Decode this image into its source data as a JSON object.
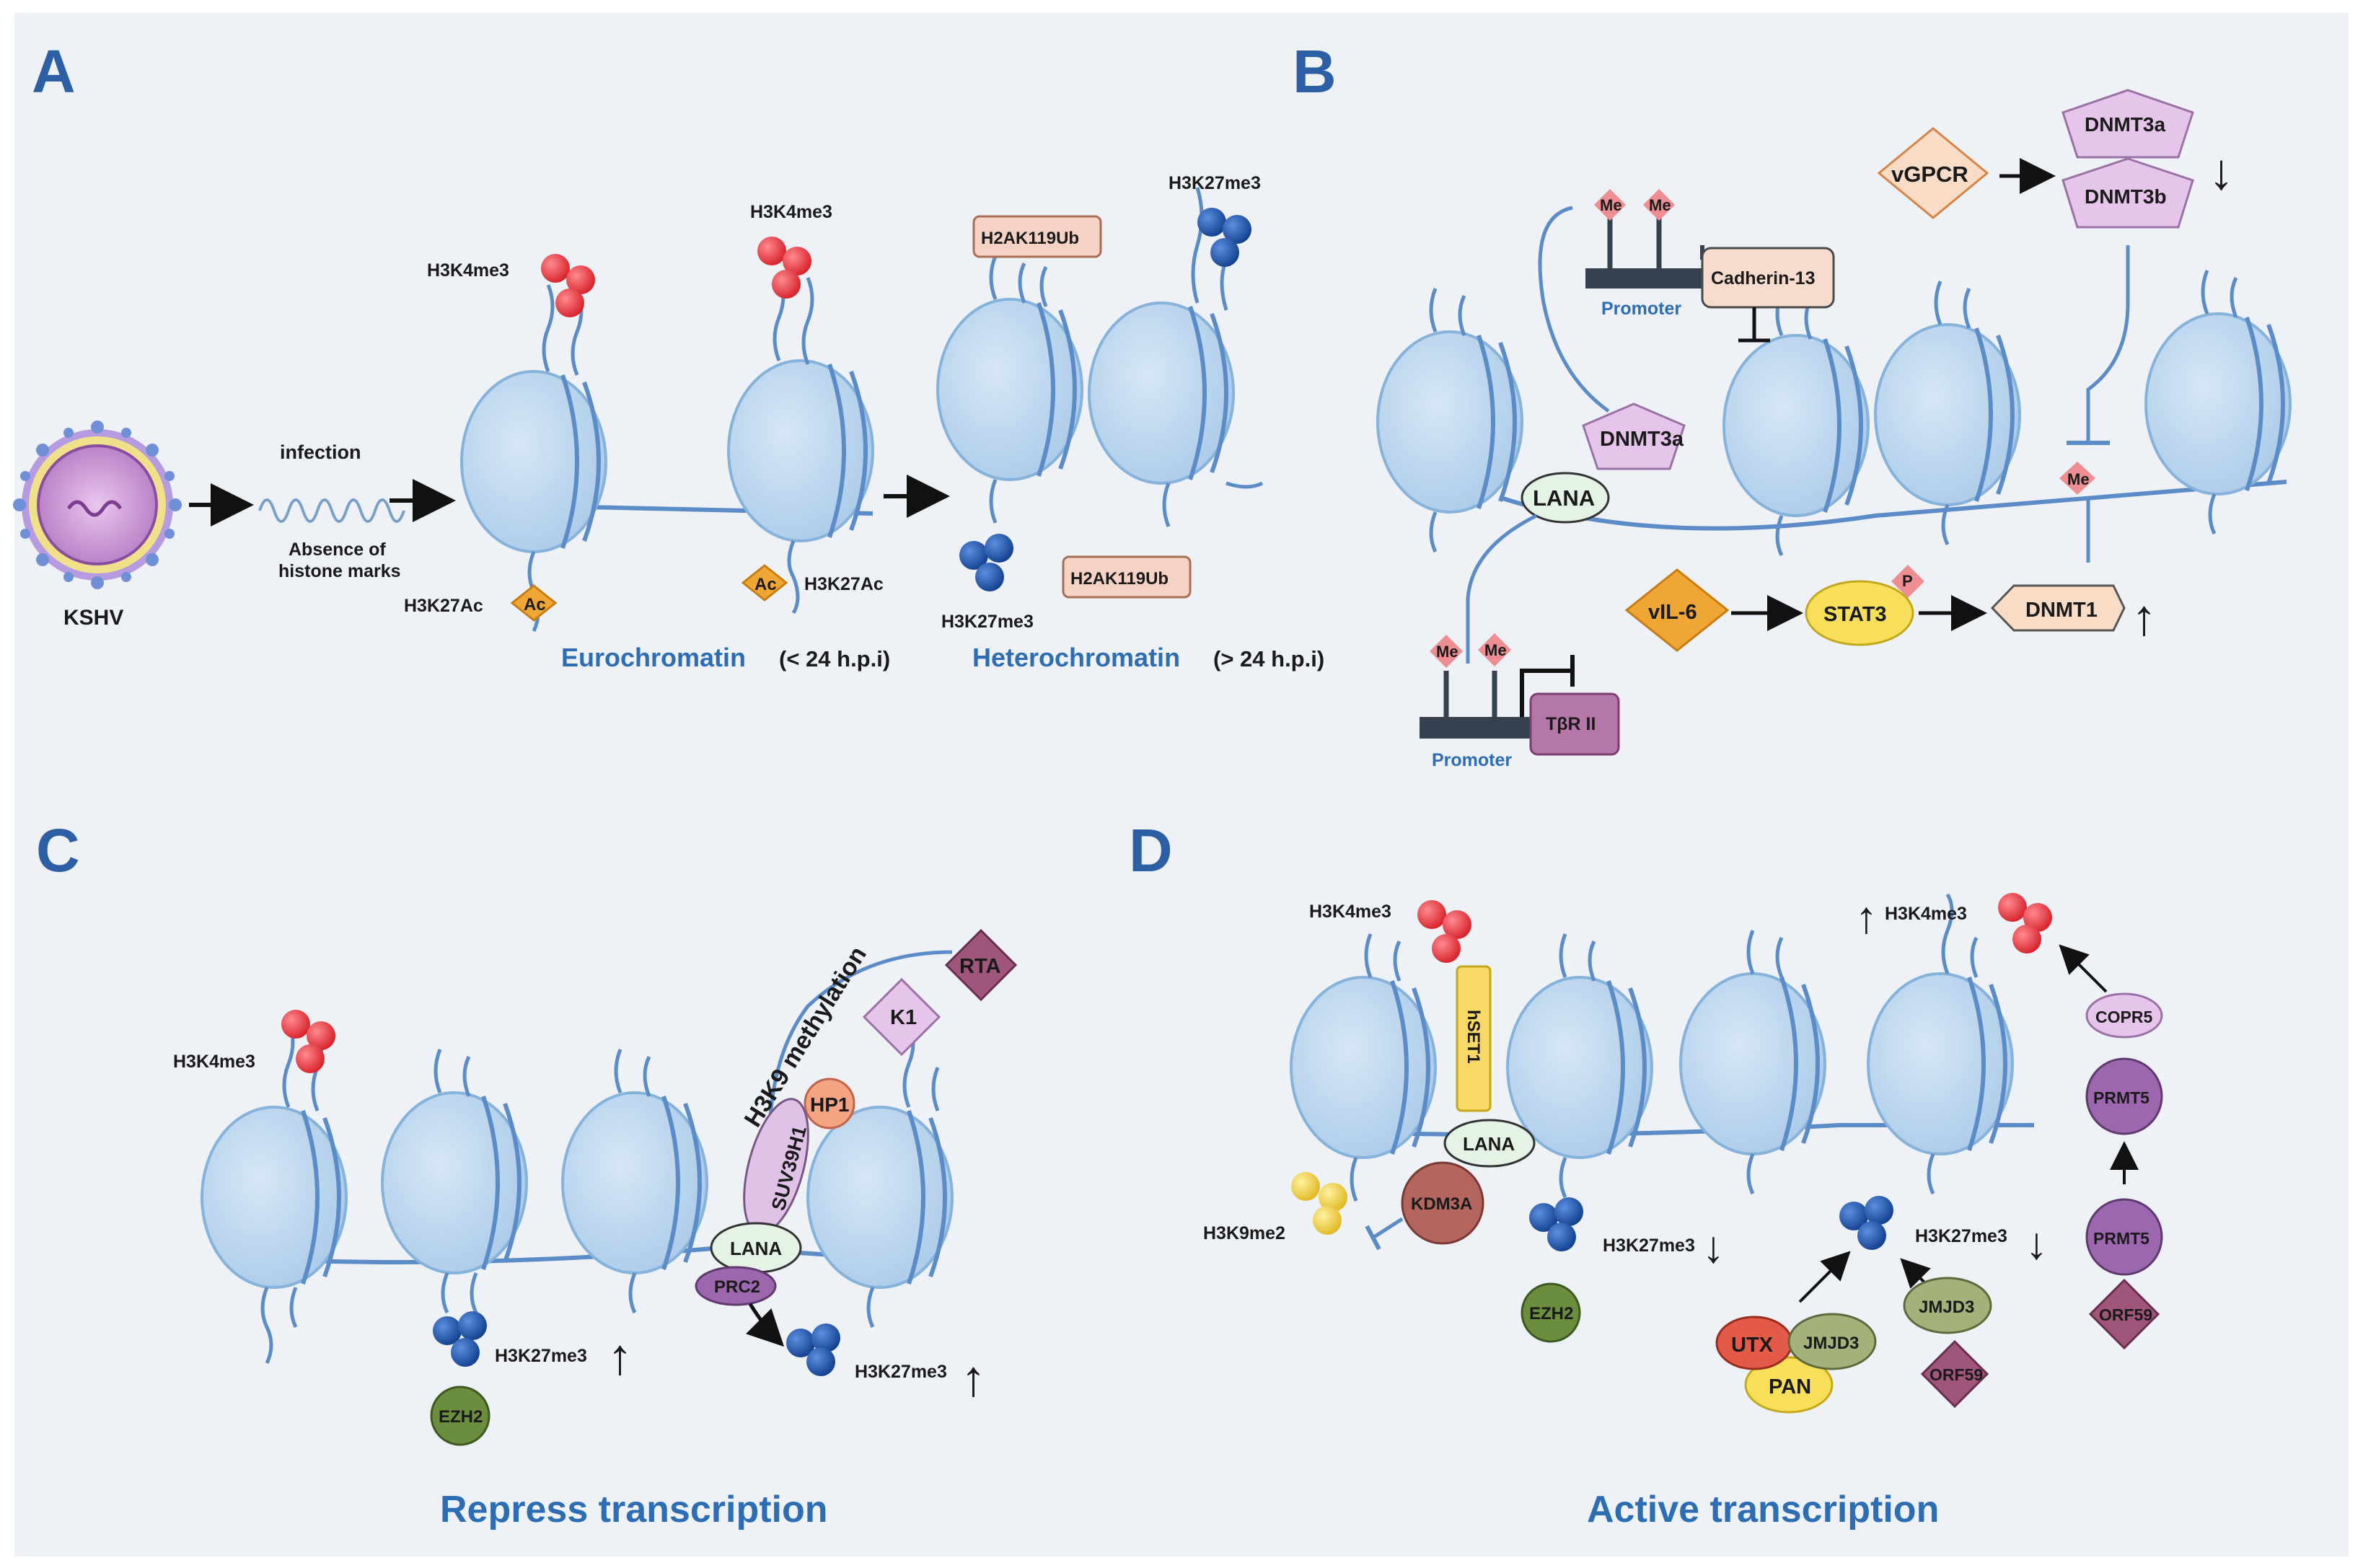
{
  "panels": {
    "a": "A",
    "b": "B",
    "c": "C",
    "d": "D"
  },
  "panel_a": {
    "virus": "KSHV",
    "infection": "infection",
    "absence_1": "Absence of",
    "absence_2": "histone marks",
    "h3k4me3_1": "H3K4me3",
    "h3k4me3_2": "H3K4me3",
    "h3k27ac_1": "H3K27Ac",
    "h3k27ac_2": "H3K27Ac",
    "ac": "Ac",
    "h2ak119ub_top": "H2AK119Ub",
    "h2ak119ub_bot": "H2AK119Ub",
    "h3k27me3_top": "H3K27me3",
    "h3k27me3_bot": "H3K27me3",
    "euchromatin": "Eurochromatin",
    "euchromatin_time": "(< 24 h.p.i)",
    "heterochromatin": "Heterochromatin",
    "heterochromatin_time": "(> 24 h.p.i)"
  },
  "panel_b": {
    "me": "Me",
    "promoter": "Promoter",
    "cadherin": "Cadherin-13",
    "dnmt3a_mid": "DNMT3a",
    "lana": "LANA",
    "vgpcr": "vGPCR",
    "dnmt3a_top": "DNMT3a",
    "dnmt3b": "DNMT3b",
    "vil6": "vIL-6",
    "stat3": "STAT3",
    "p": "P",
    "dnmt1": "DNMT1",
    "tbr": "TβR II",
    "up_arrow": "↑",
    "down_arrow": "↓"
  },
  "panel_c": {
    "h3k4me3": "H3K4me3",
    "h3k9": "H3K9 methylation",
    "rta": "RTA",
    "k1": "K1",
    "hp1": "HP1",
    "suv": "SUV39H1",
    "lana": "LANA",
    "prc2": "PRC2",
    "h3k27me3_left": "H3K27me3",
    "h3k27me3_right": "H3K27me3",
    "ezh2": "EZH2",
    "caption": "Repress transcription"
  },
  "panel_d": {
    "h3k4me3_left": "H3K4me3",
    "hset1": "hSET1",
    "lana": "LANA",
    "kdm3a": "KDM3A",
    "h3k9me2": "H3K9me2",
    "h3k27me3_left": "H3K27me3",
    "ezh2": "EZH2",
    "h3k4me3_right": "H3K4me3",
    "copr5": "COPR5",
    "prmt5_a": "PRMT5",
    "prmt5_b": "PRMT5",
    "orf59_right": "ORF59",
    "h3k27me3_right": "H3K27me3",
    "jmjd3_a": "JMJD3",
    "jmjd3_b": "JMJD3",
    "utx": "UTX",
    "pan": "PAN",
    "orf59_mid": "ORF59",
    "caption": "Active transcription"
  },
  "colors": {
    "panel_bg": "#eef1f6",
    "nucleosome": "#bcd7ee",
    "nucleosome_edge": "#86b3dc",
    "dna": "#5b8cc8",
    "h3k4me3": "#e8323a",
    "h3k27me3": "#1f5bb5",
    "title_blue": "#2c5fa3"
  }
}
